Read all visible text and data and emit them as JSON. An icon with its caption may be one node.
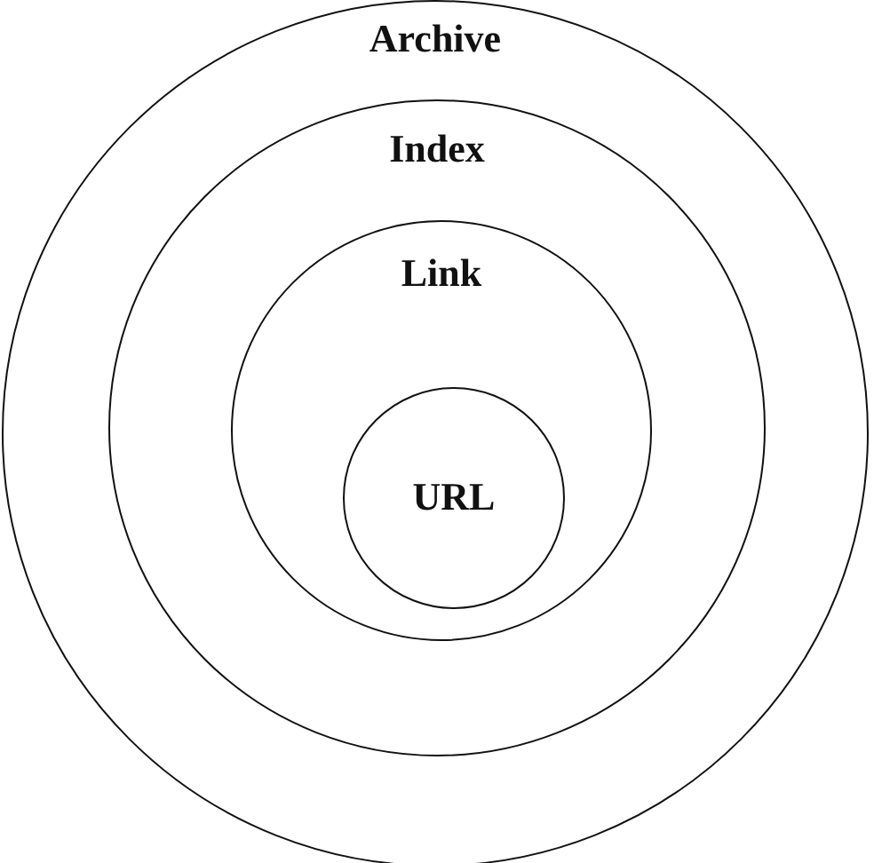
{
  "diagram": {
    "nodes": [
      {
        "text": [
          "Archive"
        ]
      },
      {
        "text": [
          "Index"
        ],
        "in": 0
      },
      {
        "text": [
          "Link"
        ],
        "in": 1
      },
      {
        "text": [
          "URL"
        ],
        "in": 2
      }
    ]
  }
}
